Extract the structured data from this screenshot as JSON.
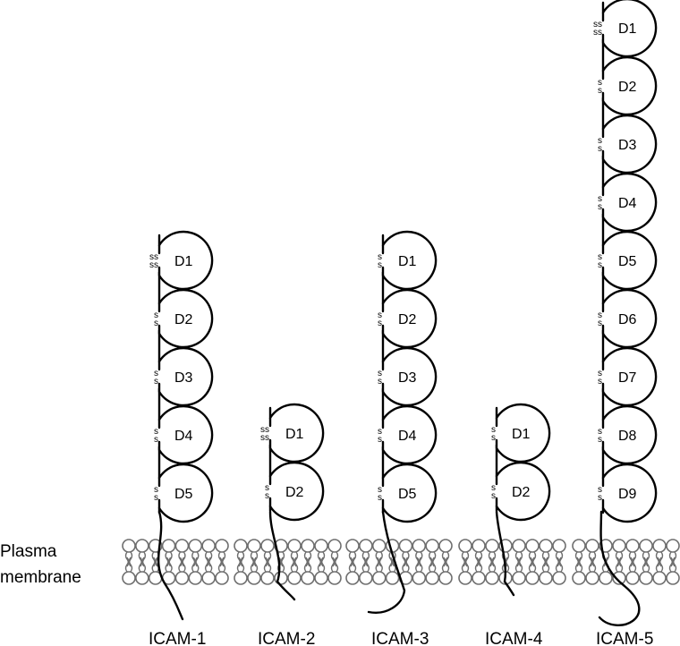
{
  "membrane_label": [
    "Plasma",
    "membrane"
  ],
  "proteins": [
    {
      "name": "ICAM-1",
      "domains": [
        "D1",
        "D2",
        "D3",
        "D4",
        "D5"
      ],
      "disulfides": [
        "ss ss",
        "s s",
        "s s",
        "s s",
        "s s"
      ]
    },
    {
      "name": "ICAM-2",
      "domains": [
        "D1",
        "D2"
      ],
      "disulfides": [
        "ss ss",
        "s s"
      ]
    },
    {
      "name": "ICAM-3",
      "domains": [
        "D1",
        "D2",
        "D3",
        "D4",
        "D5"
      ],
      "disulfides": [
        "s s",
        "s s",
        "s s",
        "s s",
        "s s"
      ]
    },
    {
      "name": "ICAM-4",
      "domains": [
        "D1",
        "D2"
      ],
      "disulfides": [
        "s s",
        "s s"
      ]
    },
    {
      "name": "ICAM-5",
      "domains": [
        "D1",
        "D2",
        "D3",
        "D4",
        "D5",
        "D6",
        "D7",
        "D8",
        "D9"
      ],
      "disulfides": [
        "ss ss",
        "s s",
        "s s",
        "s s",
        "s s",
        "s s",
        "s s",
        "s s",
        "s s"
      ]
    }
  ],
  "colors": {
    "chain": "#000000",
    "lipid": "#6e6e6e",
    "background": "#ffffff"
  }
}
